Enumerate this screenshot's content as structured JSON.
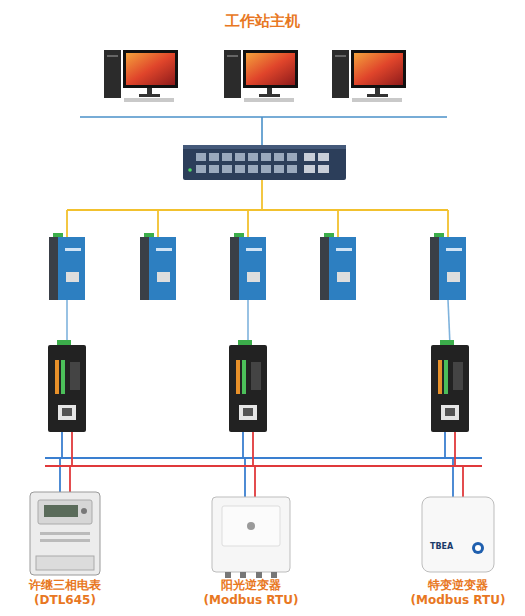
{
  "diagram": {
    "title": "工作站主机",
    "nodes": [
      {
        "text": [
          "许继三相电表",
          "(DTL645)"
        ]
      },
      {
        "text": [
          "阳光逆变器",
          "(Modbus RTU)"
        ]
      },
      {
        "text": [
          "特变逆变器",
          "(Modbus RTU)"
        ]
      }
    ],
    "labels": [
      "TBEA"
    ]
  }
}
